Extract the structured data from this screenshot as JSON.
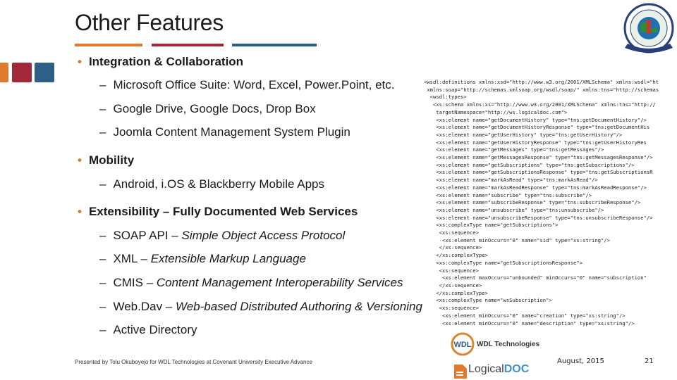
{
  "slide": {
    "title": "Other Features",
    "accent_colors": {
      "orange": "#e07a2f",
      "red": "#a3283a",
      "blue": "#2e5f86"
    },
    "bullet": "•",
    "dash": "–",
    "items": [
      {
        "level": 1,
        "text": "Integration & Collaboration"
      },
      {
        "level": 2,
        "text": "Microsoft Office Suite: Word, Excel, Power.Point, etc."
      },
      {
        "level": 2,
        "text": "Google Drive, Google Docs, Drop Box"
      },
      {
        "level": 2,
        "text": "Joomla Content Management System Plugin"
      },
      {
        "level": 1,
        "text": "Mobility"
      },
      {
        "level": 2,
        "text": "Android, i.OS & Blackberry Mobile Apps"
      },
      {
        "level": 1,
        "text": "Extensibility – Fully Documented Web Services"
      },
      {
        "level": 2,
        "text": "SOAP API – ",
        "italic": "Simple Object Access Protocol"
      },
      {
        "level": 2,
        "text": "XML – ",
        "italic": "Extensible Markup Language"
      },
      {
        "level": 2,
        "text": "CMIS – ",
        "italic": "Content Management Interoperability Services"
      },
      {
        "level": 2,
        "text": "Web.Dav – ",
        "italic": "Web-based Distributed Authoring & Versioning"
      },
      {
        "level": 2,
        "text": "Active Directory"
      }
    ],
    "xml_snippet": "<wsdl:definitions xmlns:xsd=\"http://www.w3.org/2001/XMLSchema\" xmlns:wsdl=\"ht\n xmlns:soap=\"http://schemas.xmlsoap.org/wsdl/soap/\" xmlns:tns=\"http://schemas\n  <wsdl:types>\n   <xs:schema xmlns:xs=\"http://www.w3.org/2001/XMLSchema\" xmlns:tns=\"http://\n    targetNamespace=\"http://ws.logicaldoc.com\">\n    <xs:element name=\"getDocumentHistory\" type=\"tns:getDocumentHistory\"/>\n    <xs:element name=\"getDocumentHistoryResponse\" type=\"tns:getDocumentHis\n    <xs:element name=\"getUserHistory\" type=\"tns:getUserHistory\"/>\n    <xs:element name=\"getUserHistoryResponse\" type=\"tns:getUserHistoryRes\n    <xs:element name=\"getMessages\" type=\"tns:getMessages\"/>\n    <xs:element name=\"getMessagesResponse\" type=\"tns:getMessagesResponse\"/>\n    <xs:element name=\"getSubscriptions\" type=\"tns:getSubscriptions\"/>\n    <xs:element name=\"getSubscriptionsResponse\" type=\"tns:getSubscriptionsR\n    <xs:element name=\"markAsRead\" type=\"tns:markAsRead\"/>\n    <xs:element name=\"markAsReadResponse\" type=\"tns:markAsReadResponse\"/>\n    <xs:element name=\"subscribe\" type=\"tns:subscribe\"/>\n    <xs:element name=\"subscribeResponse\" type=\"tns:subscribeResponse\"/>\n    <xs:element name=\"unsubscribe\" type=\"tns:unsubscribe\"/>\n    <xs:element name=\"unsubscribeResponse\" type=\"tns:unsubscribeResponse\"/>\n    <xs:complexType name=\"getSubscriptions\">\n     <xs:sequence>\n      <xs:element minOccurs=\"0\" name=\"sid\" type=\"xs:string\"/>\n     </xs:sequence>\n    </xs:complexType>\n    <xs:complexType name=\"getSubscriptionsResponse\">\n     <xs:sequence>\n      <xs:element maxOccurs=\"unbounded\" minOccurs=\"0\" name=\"subscription\"\n     </xs:sequence>\n    </xs:complexType>\n    <xs:complexType name=\"wsSubscription\">\n     <xs:sequence>\n      <xs:element minOccurs=\"0\" name=\"creation\" type=\"xs:string\"/>\n      <xs:element minOccurs=\"0\" name=\"description\" type=\"xs:string\"/>\n      <xs:element minOccurs=\"0\" name=\"events\" type=\"xs:string\"/>\n      <xs:element minOccurs=\"0\" name=\"fileType\" type=\"xs:string\"/>\n      <xs:element name=\"id\" type=\"xs:long\"/>\n      <xs:element minOccurs=\"0\" name=\"name\" type=\"xs:string\"/>",
    "footer": "Presented by Tolu Okuboyejo for WDL Technologies at Covenant University Executive Advance",
    "date": "August, 2015",
    "page_number": "21",
    "logos": {
      "wdl": "WDL Technologies",
      "logicaldoc_prefix": "Logical",
      "logicaldoc_suffix": "DOC"
    }
  }
}
